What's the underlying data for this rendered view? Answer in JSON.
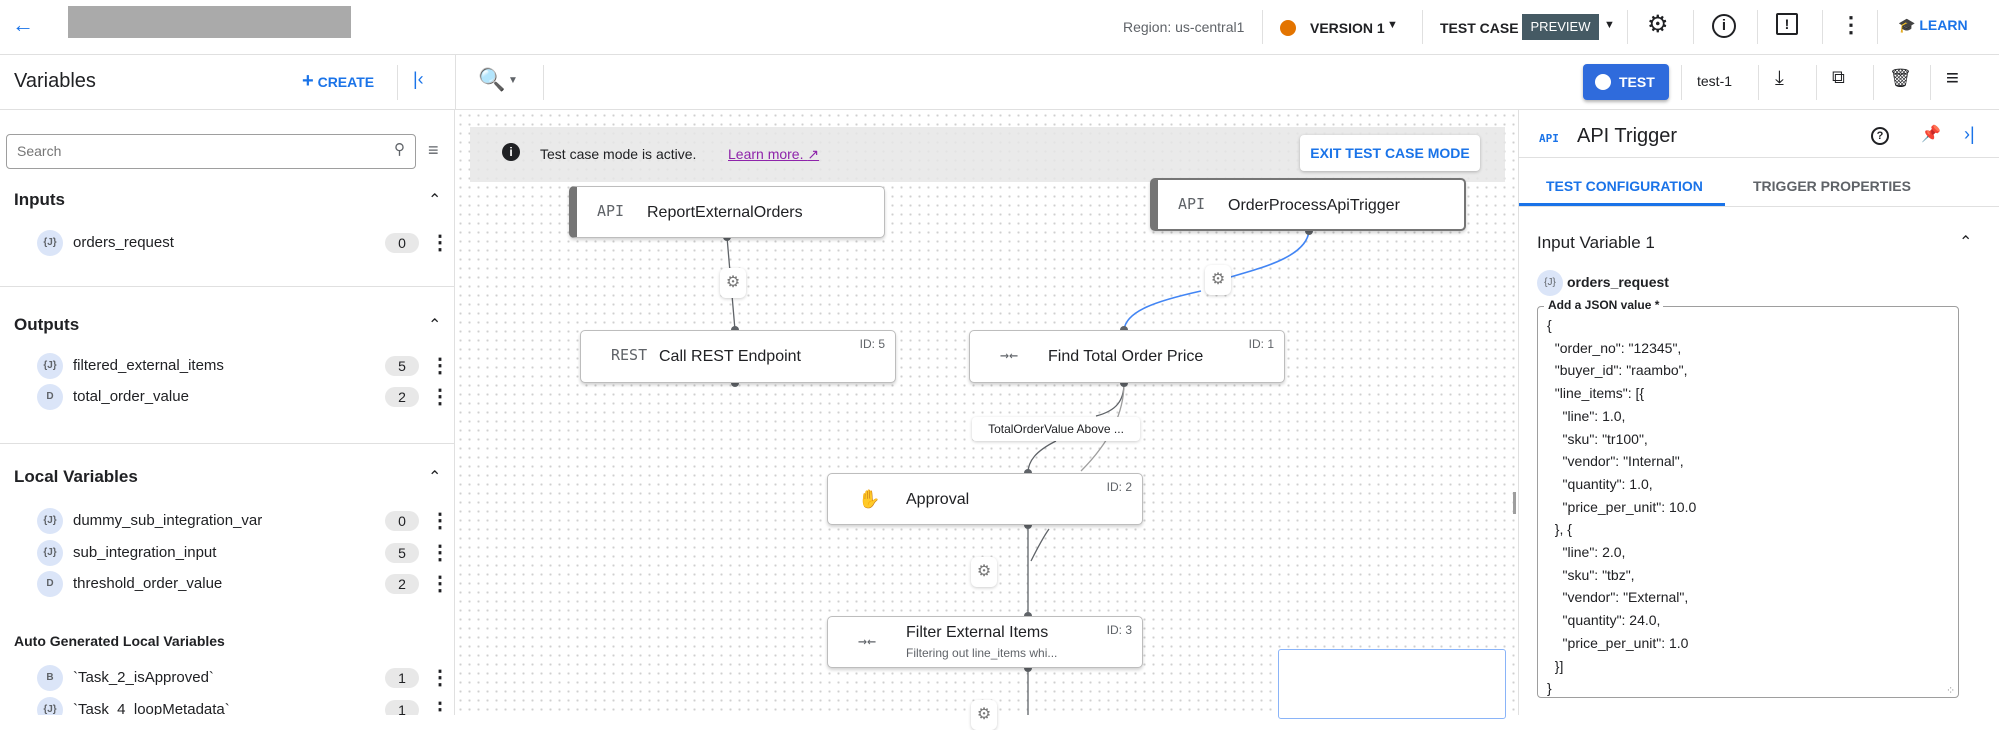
{
  "header": {
    "region": "Region: us-central1",
    "version": "VERSION 1",
    "version_color": "#e37400",
    "test_case": "TEST CASE",
    "preview_badge": "PREVIEW",
    "learn": "LEARN"
  },
  "toolbar": {
    "variables_title": "Variables",
    "create": "CREATE",
    "test_button": "TEST",
    "test_name": "test-1"
  },
  "sidebar": {
    "search_placeholder": "Search",
    "inputs": {
      "title": "Inputs",
      "items": [
        {
          "type": "{J}",
          "name": "orders_request",
          "count": "0"
        }
      ]
    },
    "outputs": {
      "title": "Outputs",
      "items": [
        {
          "type": "{J}",
          "name": "filtered_external_items",
          "count": "5"
        },
        {
          "type": "D",
          "name": "total_order_value",
          "count": "2"
        }
      ]
    },
    "locals": {
      "title": "Local Variables",
      "items": [
        {
          "type": "{J}",
          "name": "dummy_sub_integration_var",
          "count": "0"
        },
        {
          "type": "{J}",
          "name": "sub_integration_input",
          "count": "5"
        },
        {
          "type": "D",
          "name": "threshold_order_value",
          "count": "2"
        }
      ]
    },
    "auto": {
      "title": "Auto Generated Local Variables",
      "items": [
        {
          "type": "B",
          "name": "`Task_2_isApproved`",
          "count": "1"
        },
        {
          "type": "{J}",
          "name": "`Task_4_loopMetadata`",
          "count": "1"
        }
      ]
    }
  },
  "canvas": {
    "banner": {
      "text": "Test case mode is active.",
      "link": "Learn more.",
      "exit": "EXIT TEST CASE MODE"
    },
    "nodes": [
      {
        "icon": "API",
        "title": "ReportExternalOrders"
      },
      {
        "icon": "API",
        "title": "OrderProcessApiTrigger"
      },
      {
        "icon": "REST",
        "title": "Call REST Endpoint",
        "id": "ID: 5"
      },
      {
        "icon": "data-mapping",
        "title": "Find Total Order Price",
        "id": "ID: 1"
      },
      {
        "icon": "hand",
        "title": "Approval",
        "id": "ID: 2"
      },
      {
        "icon": "data-mapping",
        "title": "Filter External Items",
        "subtitle": "Filtering out line_items whi...",
        "id": "ID: 3"
      }
    ],
    "edge_label": "TotalOrderValue Above ..."
  },
  "panel": {
    "icon": "API",
    "title": "API Trigger",
    "tabs": [
      "TEST CONFIGURATION",
      "TRIGGER PROPERTIES"
    ],
    "active_tab": 0,
    "section": "Input Variable 1",
    "var_type": "{J}",
    "var_name": "orders_request",
    "json_label": "Add a JSON value *",
    "json_lines": [
      "{",
      "  \"order_no\": \"12345\",",
      "  \"buyer_id\": \"raambo\",",
      "  \"line_items\": [{",
      "    \"line\": 1.0,",
      "    \"sku\": \"tr100\",",
      "    \"vendor\": \"Internal\",",
      "    \"quantity\": 1.0,",
      "    \"price_per_unit\": 10.0",
      "  }, {",
      "    \"line\": 2.0,",
      "    \"sku\": \"tbz\",",
      "    \"vendor\": \"External\",",
      "    \"quantity\": 24.0,",
      "    \"price_per_unit\": 1.0",
      "  }]",
      "}"
    ]
  }
}
